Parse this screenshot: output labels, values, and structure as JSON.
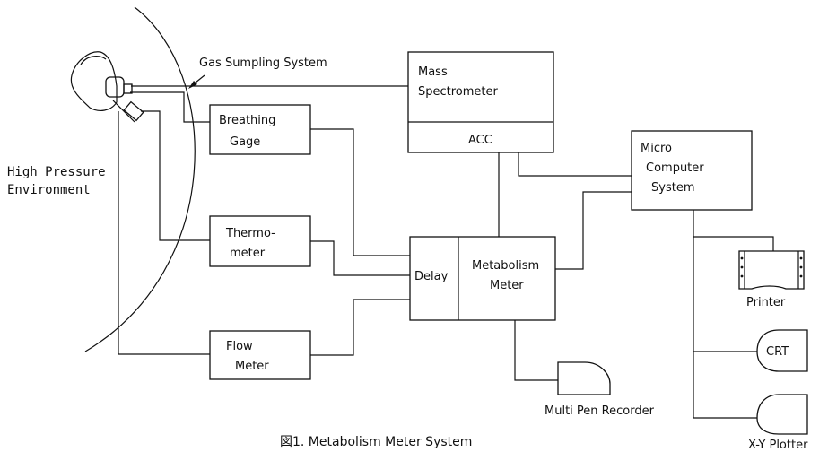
{
  "diagram": {
    "labels": {
      "gas_sampling": "Gas Sumpling System",
      "environment_line1": "High Pressure",
      "environment_line2": "Environment",
      "mass_spec_line1": "Mass",
      "mass_spec_line2": "Spectrometer",
      "acc": "ACC",
      "breathing_gage_line1": "Breathing",
      "breathing_gage_line2": "Gage",
      "thermometer_line1": "Thermo-",
      "thermometer_line2": "meter",
      "flow_meter_line1": "Flow",
      "flow_meter_line2": "Meter",
      "delay": "Delay",
      "metabolism_meter_line1": "Metabolism",
      "metabolism_meter_line2": "Meter",
      "micro_computer_line1": "Micro",
      "micro_computer_line2": "Computer",
      "micro_computer_line3": "System",
      "printer": "Printer",
      "crt": "CRT",
      "xy_plotter": "X-Y Plotter",
      "multi_pen_recorder": "Multi Pen Recorder"
    },
    "caption": "図1. Metabolism Meter System"
  }
}
